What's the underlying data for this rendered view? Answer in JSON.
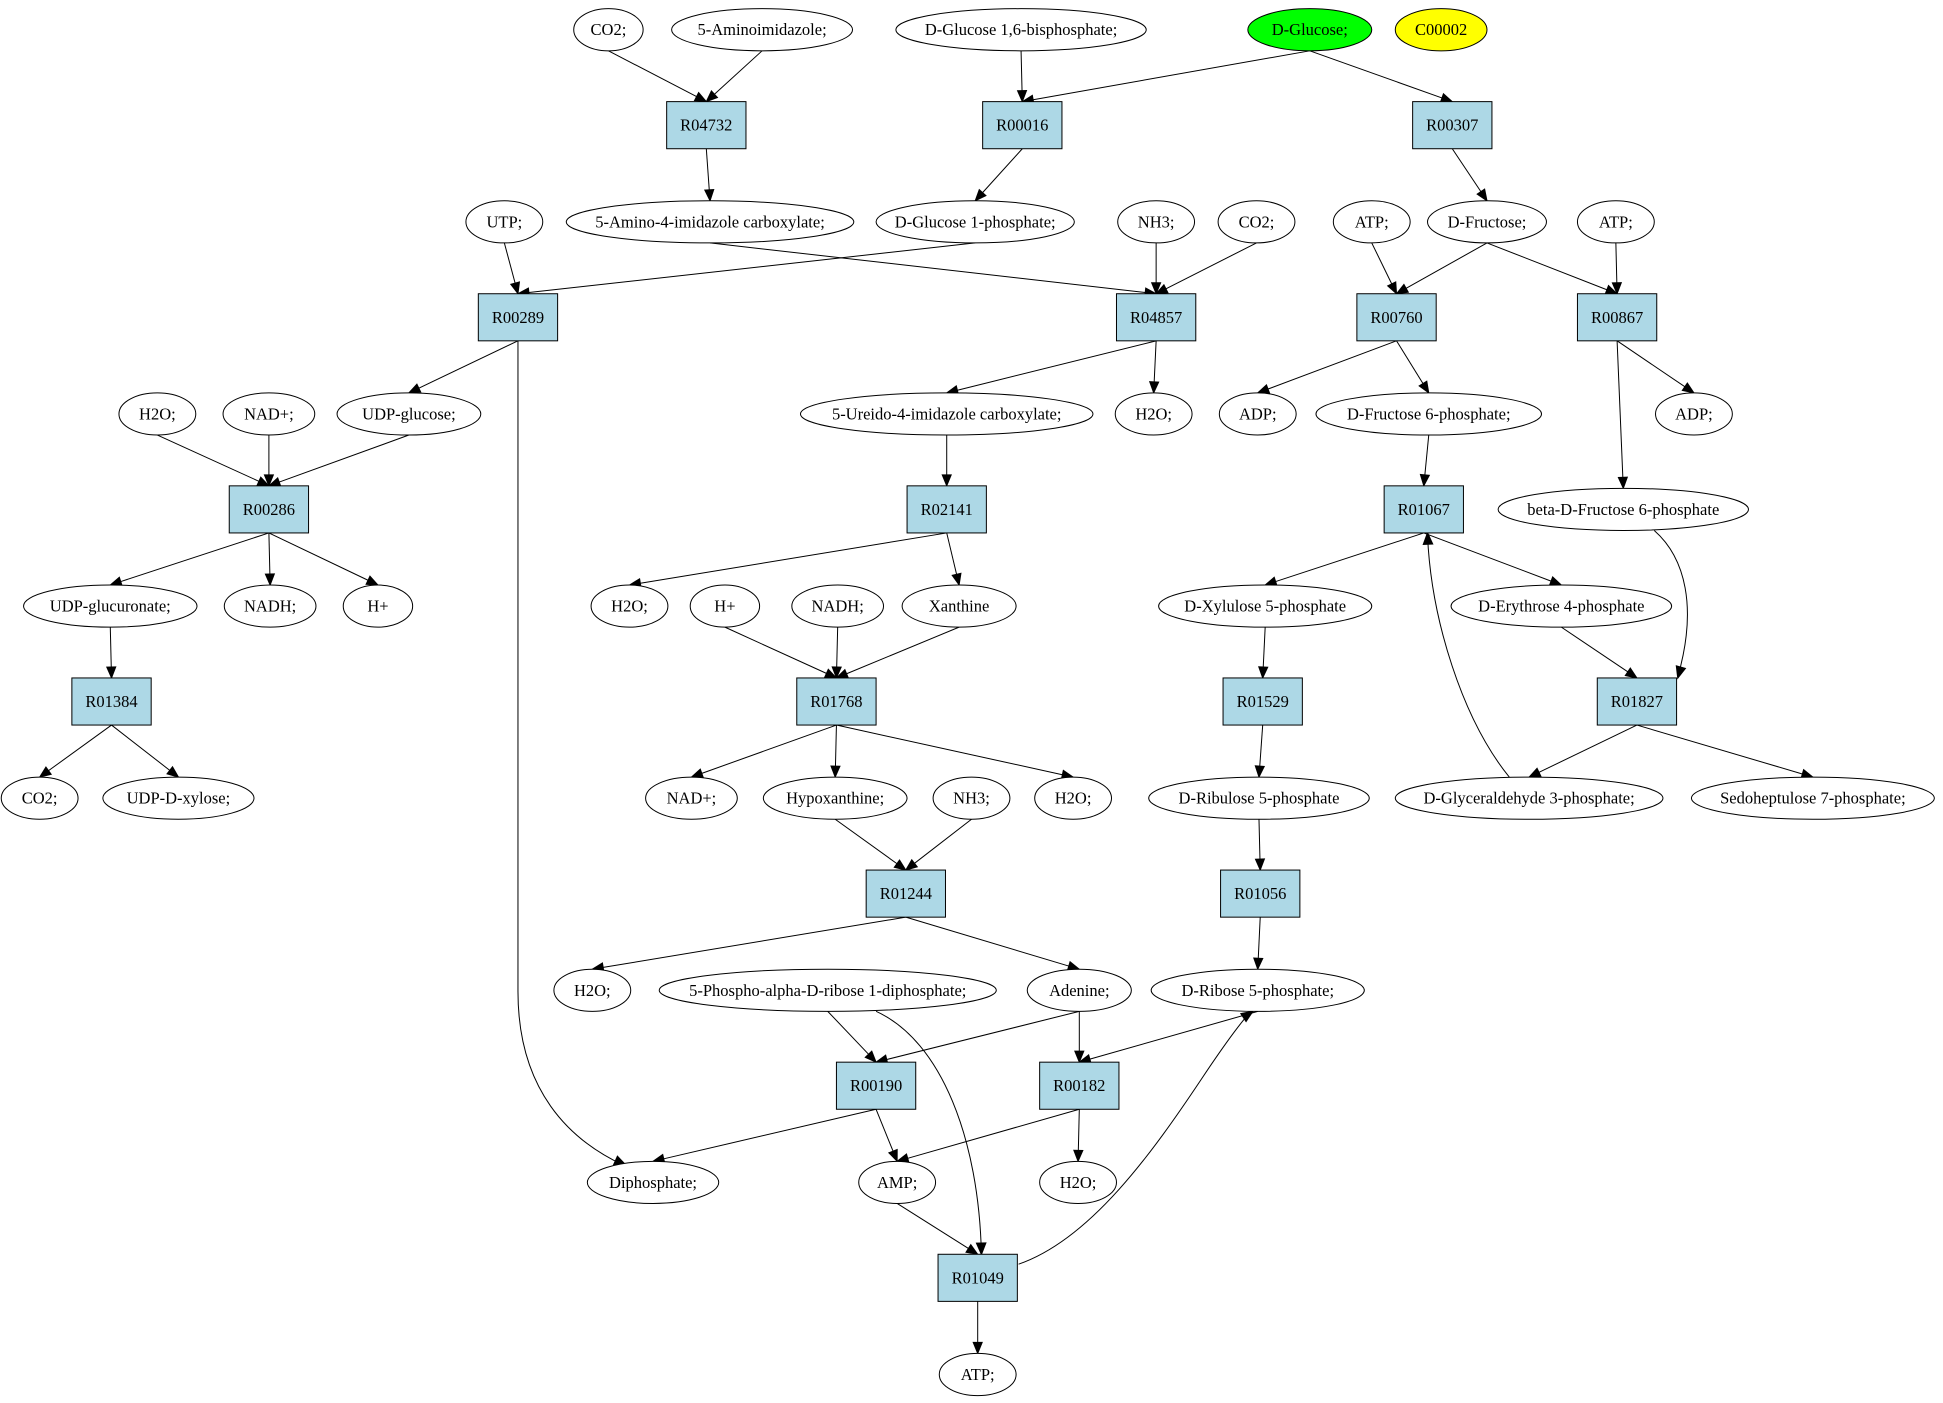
{
  "colors": {
    "reaction_fill": "#add8e6",
    "compound_fill": "#ffffff",
    "highlight_source": "#00ff00",
    "highlight_target": "#ffff00"
  },
  "compounds": {
    "co2_a": "CO2;",
    "aminoimidazole": "5-Aminoimidazole;",
    "glc16bp": "D-Glucose 1,6-bisphosphate;",
    "dglucose": "D-Glucose;",
    "c00002": "C00002",
    "aicarbox": "5-Amino-4-imidazole carboxylate;",
    "glc1p": "D-Glucose 1-phosphate;",
    "utp": "UTP;",
    "nh3_a": "NH3;",
    "co2_b": "CO2;",
    "atp_a": "ATP;",
    "dfructose": "D-Fructose;",
    "atp_b": "ATP;",
    "h2o_a": "H2O;",
    "nad_a": "NAD+;",
    "udpglucose": "UDP-glucose;",
    "ureido": "5-Ureido-4-imidazole carboxylate;",
    "h2o_b": "H2O;",
    "adp_a": "ADP;",
    "f6p": "D-Fructose 6-phosphate;",
    "adp_b": "ADP;",
    "bf6p": "beta-D-Fructose 6-phosphate",
    "udpgluc": "UDP-glucuronate;",
    "nadh_a": "NADH;",
    "hplus_a": "H+",
    "h2o_c": "H2O;",
    "hplus_b": "H+",
    "nadh_b": "NADH;",
    "xanthine": "Xanthine",
    "xu5p": "D-Xylulose 5-phosphate",
    "e4p": "D-Erythrose 4-phosphate",
    "co2_c": "CO2;",
    "udpxylose": "UDP-D-xylose;",
    "nad_b": "NAD+;",
    "hypoxanthine": "Hypoxanthine;",
    "nh3_b": "NH3;",
    "h2o_d": "H2O;",
    "ru5p": "D-Ribulose 5-phosphate",
    "g3p": "D-Glyceraldehyde 3-phosphate;",
    "s7p": "Sedoheptulose 7-phosphate;",
    "h2o_e": "H2O;",
    "prpp": "5-Phospho-alpha-D-ribose 1-diphosphate;",
    "adenine": "Adenine;",
    "r5p": "D-Ribose 5-phosphate;",
    "diphosphate": "Diphosphate;",
    "amp": "AMP;",
    "h2o_f": "H2O;",
    "atp_c": "ATP;"
  },
  "reactions": {
    "R04732": "R04732",
    "R00016": "R00016",
    "R00307": "R00307",
    "R00289": "R00289",
    "R04857": "R04857",
    "R00760": "R00760",
    "R00867": "R00867",
    "R00286": "R00286",
    "R02141": "R02141",
    "R01067": "R01067",
    "R01384": "R01384",
    "R01768": "R01768",
    "R01529": "R01529",
    "R01827": "R01827",
    "R01244": "R01244",
    "R01056": "R01056",
    "R00190": "R00190",
    "R00182": "R00182",
    "R01049": "R01049"
  }
}
